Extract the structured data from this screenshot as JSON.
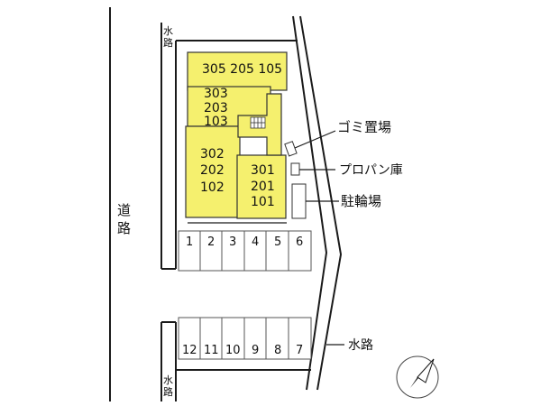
{
  "road_label": "道路",
  "waterway_top": "水路",
  "waterway_bottom": "水路",
  "waterway_right": "水路",
  "building": {
    "block_a": "305 205 105",
    "block_b": [
      "303",
      "203",
      "103"
    ],
    "block_c": [
      "302",
      "202",
      "102"
    ],
    "block_d": [
      "301",
      "201",
      "101"
    ]
  },
  "facilities": {
    "garbage": "ゴミ置場",
    "propane": "プロパン庫",
    "bicycle": "駐輪場"
  },
  "parking_top": [
    "1",
    "2",
    "3",
    "4",
    "5",
    "6"
  ],
  "parking_bottom": [
    "12",
    "11",
    "10",
    "9",
    "8",
    "7"
  ],
  "compass_icon": "north-arrow-icon"
}
